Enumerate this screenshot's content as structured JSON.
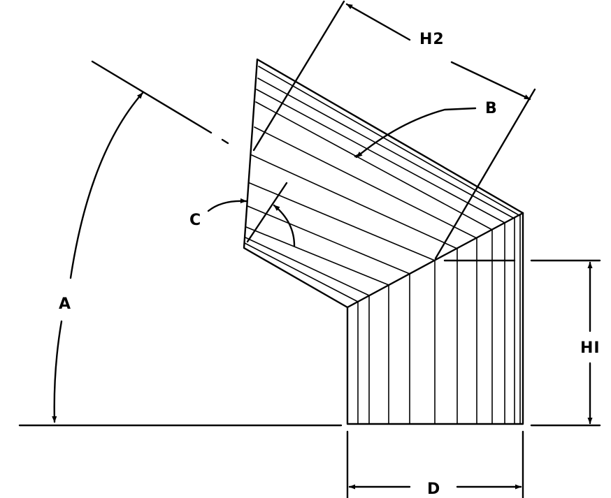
{
  "labels": {
    "a": "A",
    "b": "B",
    "c": "C",
    "d": "D",
    "h1": "HI",
    "h2": "H2"
  },
  "style": {
    "ink": "#000000",
    "paper": "#ffffff"
  }
}
